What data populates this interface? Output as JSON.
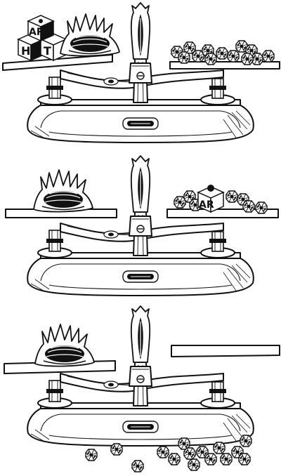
{
  "illustration": {
    "panels": [
      {
        "id": "scale-1",
        "left_pan": [
          "blocks",
          "shell"
        ],
        "right_pan": [
          "candies"
        ],
        "balance": "level"
      },
      {
        "id": "scale-2",
        "left_pan": [
          "shell"
        ],
        "right_pan": [
          "candies",
          "block"
        ],
        "balance": "level"
      },
      {
        "id": "scale-3",
        "left_pan": [
          "shell"
        ],
        "right_pan": [],
        "balance": "tilted-left"
      }
    ],
    "block_letters": {
      "big_block_top": "AR",
      "big_block_left": "H",
      "big_block_right": "T",
      "small_block": "AR"
    }
  }
}
